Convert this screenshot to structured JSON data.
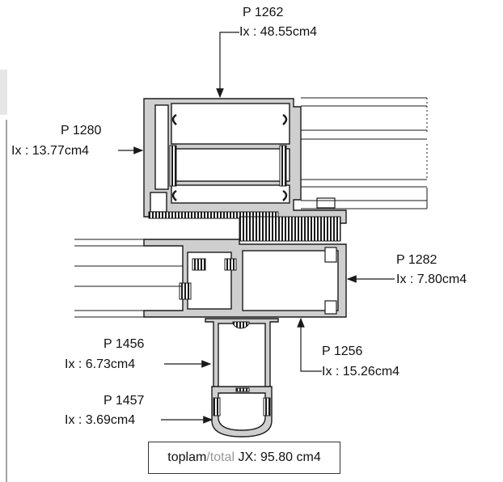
{
  "labels": {
    "p1262": {
      "code": "P 1262",
      "ix": "Ix : 48.55cm4"
    },
    "p1280": {
      "code": "P 1280",
      "ix": "Ix : 13.77cm4"
    },
    "p1282": {
      "code": "P 1282",
      "ix": "Ix : 7.80cm4"
    },
    "p1256": {
      "code": "P 1256",
      "ix": "Ix : 15.26cm4"
    },
    "p1456": {
      "code": "P 1456",
      "ix": "Ix : 6.73cm4"
    },
    "p1457": {
      "code": "P 1457",
      "ix": "Ix : 3.69cm4"
    }
  },
  "total": {
    "word_tr": "toplam",
    "separator": "/",
    "word_en": "total",
    "value": "JX: 95.80 cm4"
  },
  "colors": {
    "profile_fill": "#cfcfcf",
    "line": "#1a1a1a",
    "muted_text": "#9a9a9a"
  }
}
